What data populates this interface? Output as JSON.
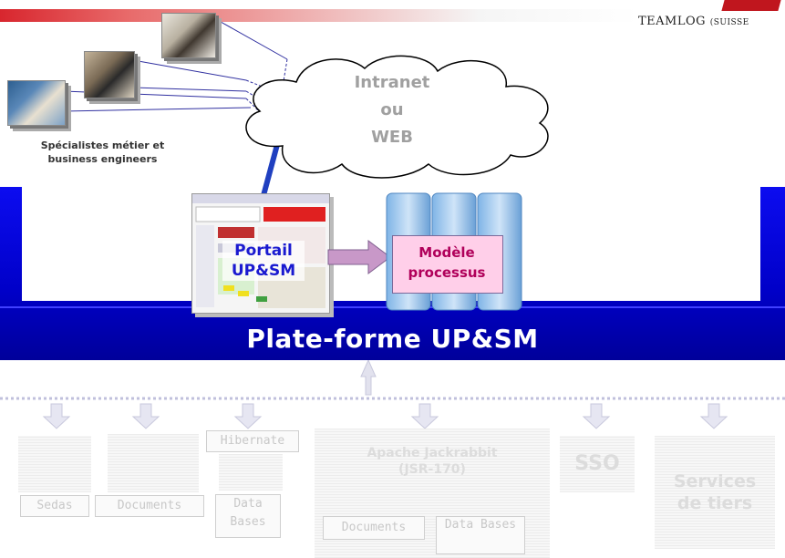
{
  "logo": {
    "text": "TEAMLOG",
    "suffix": "(SUISSE"
  },
  "users": {
    "label_line1": "Spécialistes métier et",
    "label_line2": "business engineers"
  },
  "cloud": {
    "line1": "Intranet",
    "line2": "ou",
    "line3": "WEB"
  },
  "portal": {
    "line1": "Portail",
    "line2": "UP&SM"
  },
  "model": {
    "line1": "Modèle",
    "line2": "processus"
  },
  "platform": {
    "title": "Plate-forme UP&SM"
  },
  "services": {
    "sedas": "Sedas",
    "documents1": "Documents",
    "hibernate": "Hibernate",
    "data_bases1": "Data Bases",
    "jackrabbit_line1": "Apache Jackrabbit",
    "jackrabbit_line2": "(JSR-170)",
    "documents2": "Documents",
    "data_bases2": "Data Bases",
    "sso": "SSO",
    "third_party_line1": "Services",
    "third_party_line2": "de tiers"
  },
  "colors": {
    "platform_blue": "#0000d8",
    "accent_red": "#d8262e",
    "portal_text": "#1a1ad0",
    "model_fill": "#ffcfe9",
    "model_text": "#b0005a"
  }
}
